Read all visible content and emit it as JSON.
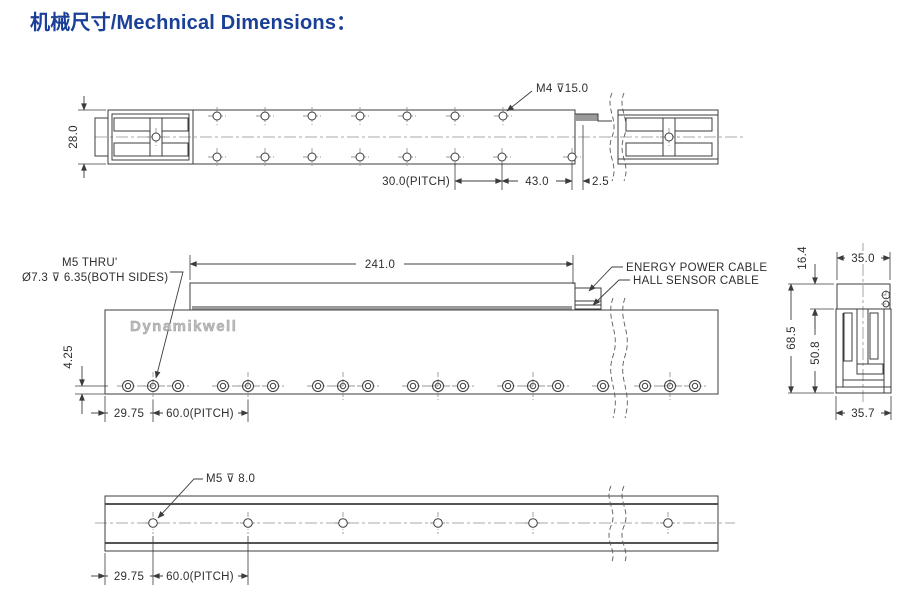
{
  "page": {
    "title": "机械尺寸/Mechnical Dimensions："
  },
  "colors": {
    "title": "#1a3f97",
    "line": "#3c3c3c",
    "watermark": "#bdbdbd",
    "shade": "#9a9a9a"
  },
  "top_view": {
    "height_dim": "28.0",
    "thread_callout": "M4 ⊽15.0",
    "pitch_dim": "30.0(PITCH)",
    "end_dim": "43.0",
    "offset_dim": "2.5"
  },
  "side_view": {
    "thread_callout_line1": "M5 THRU'",
    "thread_callout_line2": "Ø7.3 ⊽ 6.35(BOTH SIDES)",
    "length_dim": "241.0",
    "cable_label_power": "ENERGY POWER CABLE",
    "cable_label_hall": "HALL SENSOR CABLE",
    "hole_offset_dim": "4.25",
    "edge_offset_dim": "29.75",
    "pitch_dim": "60.0(PITCH)",
    "watermark": "Dynamikwell"
  },
  "section_view": {
    "top_width_dim": "35.0",
    "top_height_dim": "16.4",
    "total_height_dim": "68.5",
    "channel_height_dim": "50.8",
    "bottom_width_dim": "35.7"
  },
  "bottom_view": {
    "thread_callout": "M5 ⊽ 8.0",
    "edge_offset_dim": "29.75",
    "pitch_dim": "60.0(PITCH)"
  }
}
